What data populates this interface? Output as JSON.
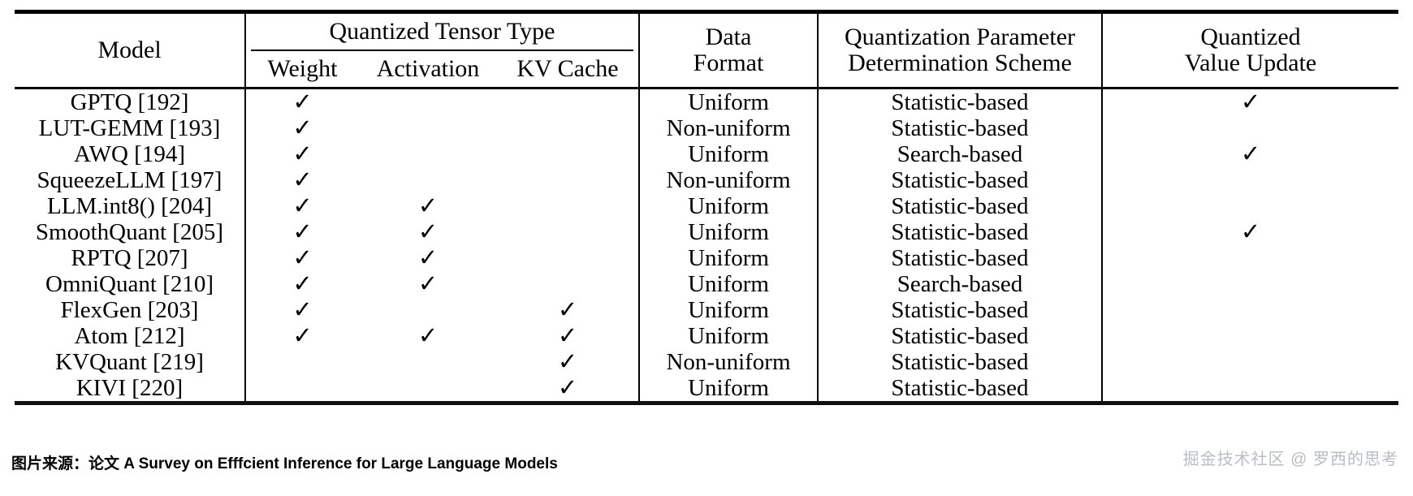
{
  "table": {
    "columns": {
      "model": "Model",
      "group_quantized_tensor_type": "Quantized Tensor Type",
      "weight": "Weight",
      "activation": "Activation",
      "kv_cache": "KV Cache",
      "data_format_l1": "Data",
      "data_format_l2": "Format",
      "quant_param_l1": "Quantization Parameter",
      "quant_param_l2": "Determination Scheme",
      "quant_value_update_l1": "Quantized",
      "quant_value_update_l2": "Value Update"
    },
    "check_glyph": "✓",
    "rows": [
      {
        "model": "GPTQ [192]",
        "weight": "✓",
        "activation": "",
        "kv_cache": "",
        "data_format": "Uniform",
        "scheme": "Statistic-based",
        "update": "✓"
      },
      {
        "model": "LUT-GEMM [193]",
        "weight": "✓",
        "activation": "",
        "kv_cache": "",
        "data_format": "Non-uniform",
        "scheme": "Statistic-based",
        "update": ""
      },
      {
        "model": "AWQ [194]",
        "weight": "✓",
        "activation": "",
        "kv_cache": "",
        "data_format": "Uniform",
        "scheme": "Search-based",
        "update": "✓"
      },
      {
        "model": "SqueezeLLM [197]",
        "weight": "✓",
        "activation": "",
        "kv_cache": "",
        "data_format": "Non-uniform",
        "scheme": "Statistic-based",
        "update": ""
      },
      {
        "model": "LLM.int8() [204]",
        "weight": "✓",
        "activation": "✓",
        "kv_cache": "",
        "data_format": "Uniform",
        "scheme": "Statistic-based",
        "update": ""
      },
      {
        "model": "SmoothQuant [205]",
        "weight": "✓",
        "activation": "✓",
        "kv_cache": "",
        "data_format": "Uniform",
        "scheme": "Statistic-based",
        "update": "✓"
      },
      {
        "model": "RPTQ [207]",
        "weight": "✓",
        "activation": "✓",
        "kv_cache": "",
        "data_format": "Uniform",
        "scheme": "Statistic-based",
        "update": ""
      },
      {
        "model": "OmniQuant [210]",
        "weight": "✓",
        "activation": "✓",
        "kv_cache": "",
        "data_format": "Uniform",
        "scheme": "Search-based",
        "update": ""
      },
      {
        "model": "FlexGen [203]",
        "weight": "✓",
        "activation": "",
        "kv_cache": "✓",
        "data_format": "Uniform",
        "scheme": "Statistic-based",
        "update": ""
      },
      {
        "model": "Atom [212]",
        "weight": "✓",
        "activation": "✓",
        "kv_cache": "✓",
        "data_format": "Uniform",
        "scheme": "Statistic-based",
        "update": ""
      },
      {
        "model": "KVQuant [219]",
        "weight": "",
        "activation": "",
        "kv_cache": "✓",
        "data_format": "Non-uniform",
        "scheme": "Statistic-based",
        "update": ""
      },
      {
        "model": "KIVI [220]",
        "weight": "",
        "activation": "",
        "kv_cache": "✓",
        "data_format": "Uniform",
        "scheme": "Statistic-based",
        "update": ""
      }
    ]
  },
  "caption": "图片来源：论文 A Survey on Efffcient Inference for Large Language Models",
  "watermark": "掘金技术社区 @ 罗西的思考"
}
